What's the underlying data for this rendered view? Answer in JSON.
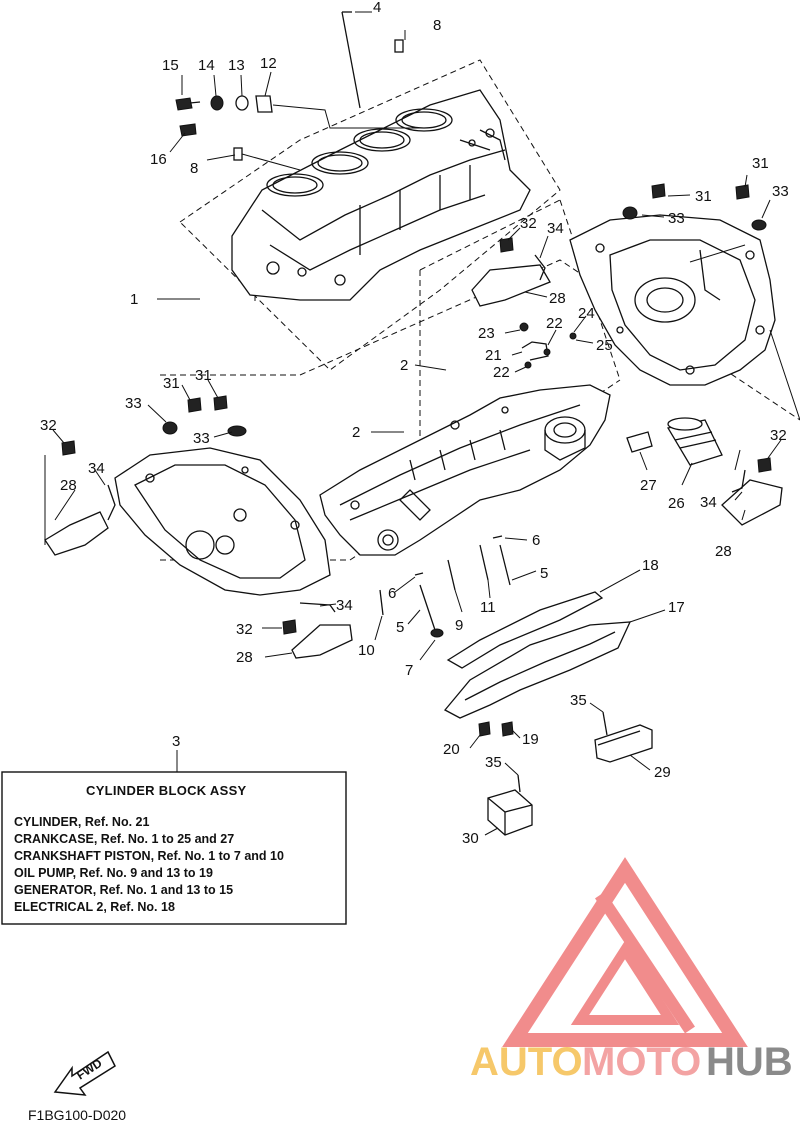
{
  "callouts": {
    "c1": "1",
    "c2a": "2",
    "c2b": "2",
    "c3": "3",
    "c4": "4",
    "c5a": "5",
    "c5b": "5",
    "c6a": "6",
    "c6b": "6",
    "c7": "7",
    "c8a": "8",
    "c8b": "8",
    "c9": "9",
    "c10": "10",
    "c11": "11",
    "c12": "12",
    "c13": "13",
    "c14": "14",
    "c15": "15",
    "c16": "16",
    "c17": "17",
    "c18": "18",
    "c19": "19",
    "c20": "20",
    "c21": "21",
    "c22a": "22",
    "c22b": "22",
    "c23": "23",
    "c24": "24",
    "c25": "25",
    "c26": "26",
    "c27": "27",
    "c28a": "28",
    "c28b": "28",
    "c28c": "28",
    "c28d": "28",
    "c29": "29",
    "c30": "30",
    "c31a": "31",
    "c31b": "31",
    "c31c": "31",
    "c31d": "31",
    "c32a": "32",
    "c32b": "32",
    "c32c": "32",
    "c32d": "32",
    "c33a": "33",
    "c33b": "33",
    "c33c": "33",
    "c33d": "33",
    "c34a": "34",
    "c34b": "34",
    "c34c": "34",
    "c34d": "34",
    "c35a": "35",
    "c35b": "35"
  },
  "assy_box": {
    "title": "CYLINDER BLOCK ASSY",
    "lines": [
      "CYLINDER,  Ref. No. 21",
      "CRANKCASE,  Ref. No. 1 to 25 and 27",
      "CRANKSHAFT PISTON, Ref. No. 1 to 7 and 10",
      "OIL PUMP, Ref. No. 9 and 13 to 19",
      "GENERATOR, Ref. No. 1 and 13 to 15",
      "ELECTRICAL 2, Ref. No. 18"
    ]
  },
  "fwd_label": "FWD",
  "diagram_code": "F1BG100-D020",
  "watermark": {
    "part1": "AUTO",
    "part2": "MOTO",
    "part3": "HUB",
    "logo_color": "#f08080"
  }
}
